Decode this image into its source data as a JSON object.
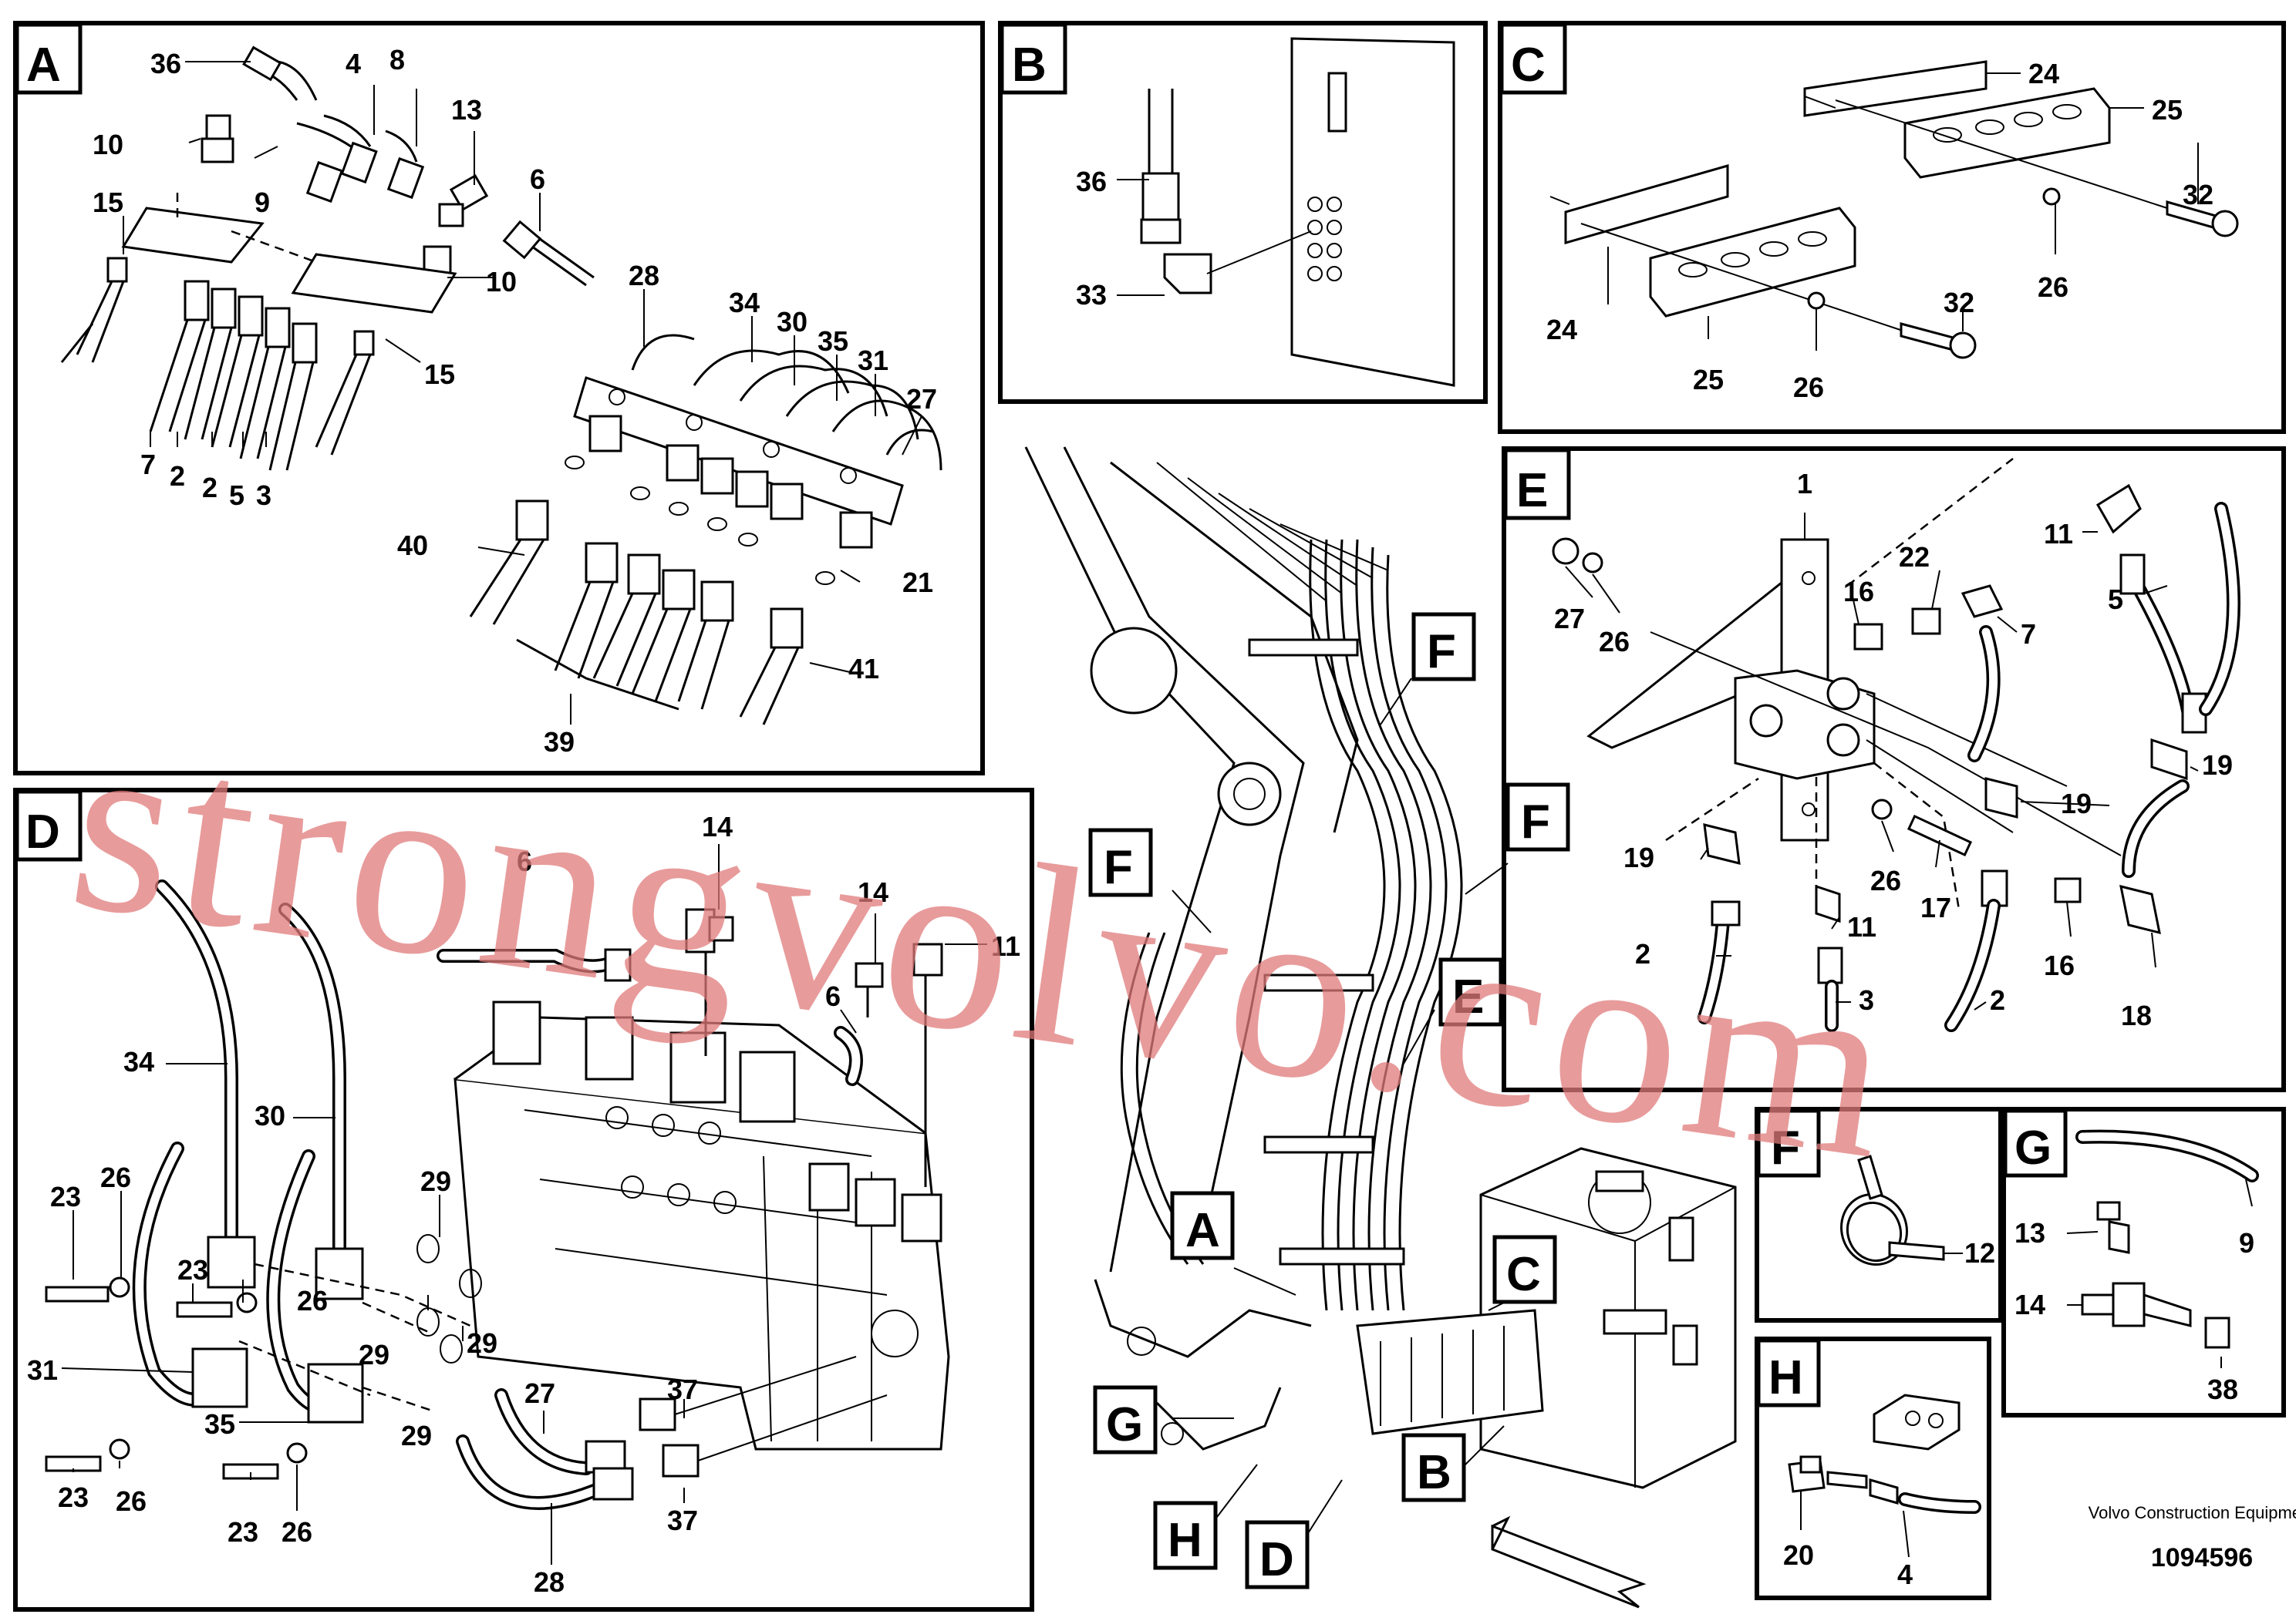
{
  "panels": {
    "A": {
      "tag": "A",
      "callouts": [
        "36",
        "4",
        "8",
        "10",
        "13",
        "9",
        "6",
        "15",
        "10",
        "15",
        "7",
        "2",
        "2",
        "5",
        "3",
        "28",
        "34",
        "30",
        "35",
        "31",
        "27",
        "40",
        "21",
        "41",
        "39"
      ]
    },
    "B": {
      "tag": "B",
      "callouts": [
        "36",
        "33"
      ]
    },
    "C": {
      "tag": "C",
      "callouts": [
        "24",
        "25",
        "32",
        "26",
        "24",
        "25",
        "26",
        "32"
      ]
    },
    "D": {
      "tag": "D",
      "callouts": [
        "14",
        "6",
        "14",
        "11",
        "6",
        "34",
        "30",
        "29",
        "23",
        "26",
        "23",
        "26",
        "31",
        "29",
        "29",
        "35",
        "29",
        "27",
        "37",
        "23",
        "26",
        "23",
        "26",
        "28",
        "37"
      ]
    },
    "E": {
      "tag": "E",
      "callouts": [
        "1",
        "11",
        "22",
        "5",
        "27",
        "26",
        "16",
        "7",
        "19",
        "19",
        "19",
        "26",
        "17",
        "11",
        "2",
        "3",
        "16",
        "2",
        "18"
      ]
    },
    "F": {
      "tag": "F",
      "callouts": [
        "12"
      ]
    },
    "G": {
      "tag": "G",
      "callouts": [
        "13",
        "9",
        "14",
        "38"
      ]
    },
    "H": {
      "tag": "H",
      "callouts": [
        "20",
        "4"
      ]
    }
  },
  "overview": {
    "markers": [
      "F",
      "F",
      "F",
      "E",
      "A",
      "C",
      "G",
      "B",
      "H",
      "D"
    ]
  },
  "footer": {
    "manufacturer": "Volvo Construction Equipment",
    "drawing_number": "1094596"
  },
  "watermark": "strongvolvo.com"
}
